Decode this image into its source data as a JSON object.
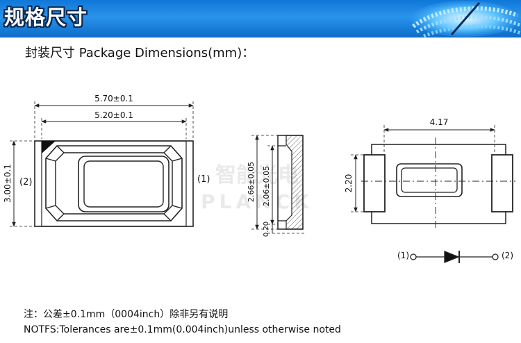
{
  "header": {
    "title": "规格尺寸"
  },
  "subtitle": "封装尺寸 Package Dimensions(mm)：",
  "front_view": {
    "width_outer": "5.70±0.1",
    "width_inner": "5.20±0.1",
    "height": "3.00±0.1",
    "pin_left": "(2)",
    "pin_right": "(1)"
  },
  "side_view": {
    "height_total": "2.66±0.05",
    "height_body": "2.06±0.05",
    "base": "0.20"
  },
  "pad_layout": {
    "width": "4.17",
    "height": "2.20"
  },
  "diode_symbol": {
    "anode": "(1)",
    "cathode": "(2)"
  },
  "watermark": {
    "line1": "智能光电",
    "line2": "PLANCK"
  },
  "notes": {
    "chinese": "注：公差±0.1mm（0004inch）除非另有说明",
    "english": "NOTFS:Tolerances are±0.1mm(0.004inch)unless otherwise noted"
  },
  "colors": {
    "banner": "#1a86e6",
    "line": "#222222"
  }
}
